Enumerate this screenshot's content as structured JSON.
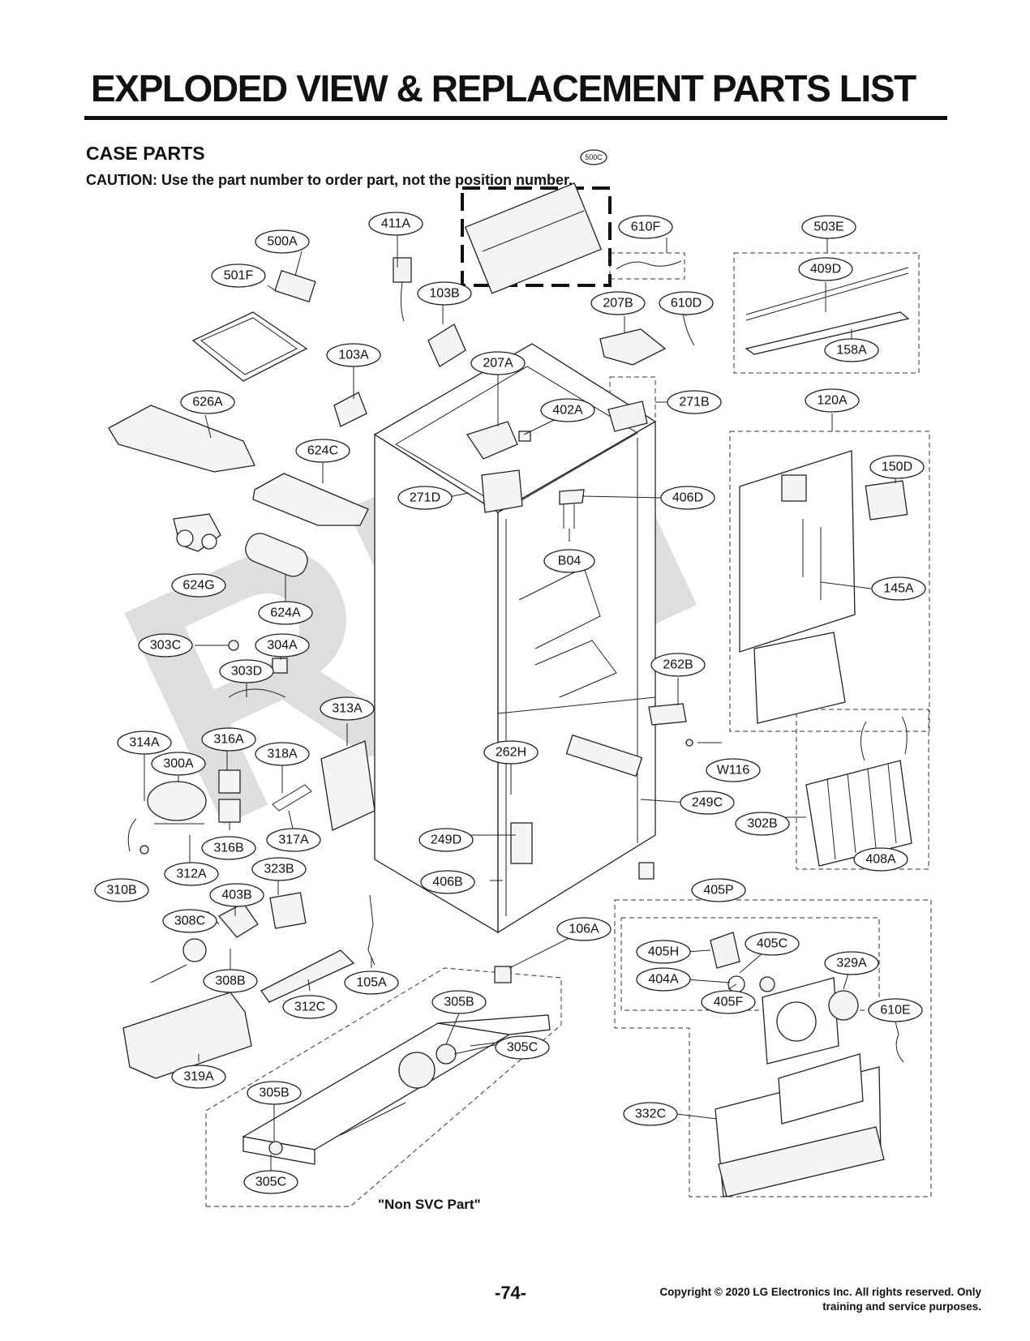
{
  "header": {
    "title": "EXPLODED VIEW & REPLACEMENT PARTS LIST",
    "section": "CASE PARTS",
    "caution_label": "CAUTION:",
    "caution_text": "Use the part number to order part, not the position number."
  },
  "diagram": {
    "watermark": "RPI",
    "note": "\"Non SVC Part\"",
    "callouts": {
      "c500C": "500C",
      "c411A": "411A",
      "c610F": "610F",
      "c503E": "503E",
      "c500A": "500A",
      "c501F": "501F",
      "c103B": "103B",
      "c207B": "207B",
      "c610D": "610D",
      "c409D": "409D",
      "c158A": "158A",
      "c103A": "103A",
      "c207A": "207A",
      "c626A": "626A",
      "c402A": "402A",
      "c271B": "271B",
      "c120A": "120A",
      "c624C": "624C",
      "c150D": "150D",
      "c271D": "271D",
      "c406D": "406D",
      "cB04": "B04",
      "c624G": "624G",
      "c145A": "145A",
      "c624A": "624A",
      "c303C": "303C",
      "c304A": "304A",
      "c262B": "262B",
      "c303D": "303D",
      "c313A": "313A",
      "c314A": "314A",
      "c316A": "316A",
      "c318A": "318A",
      "c262H": "262H",
      "cW116": "W116",
      "c300A": "300A",
      "c249C": "249C",
      "c302B": "302B",
      "c316B": "316B",
      "c317A": "317A",
      "c249D": "249D",
      "c312A": "312A",
      "c408A": "408A",
      "c323B": "323B",
      "c310B": "310B",
      "c406B": "406B",
      "c405P": "405P",
      "c403B": "403B",
      "c308C": "308C",
      "c106A": "106A",
      "c405H": "405H",
      "c405C": "405C",
      "c329A": "329A",
      "c404A": "404A",
      "c308B": "308B",
      "c105A": "105A",
      "c305B_top": "305B",
      "c405F": "405F",
      "c312C": "312C",
      "c610E": "610E",
      "c305C_right": "305C",
      "c319A": "319A",
      "c305B_bottom": "305B",
      "c332C": "332C",
      "c305C_bottom": "305C"
    }
  },
  "footer": {
    "page_number": "-74-",
    "copyright_line1": "Copyright © 2020 LG Electronics Inc. All rights reserved. Only",
    "copyright_line2": "training and service purposes."
  }
}
